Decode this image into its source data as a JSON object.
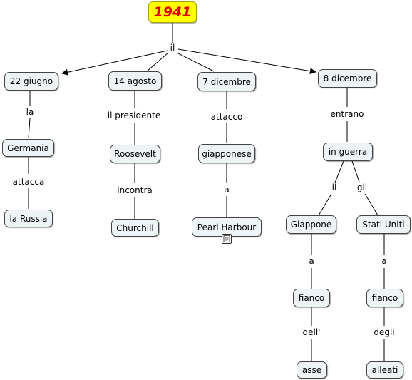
{
  "concept_map": {
    "root": "1941",
    "linking_phrases": {
      "il": "il",
      "la": "la",
      "attacca": "attacca",
      "il_presidente": "il presidente",
      "incontra": "incontra",
      "attacco": "attacco",
      "a_pearl": "a",
      "entrano": "entrano",
      "il_giappone": "il",
      "gli": "gli",
      "a_giappone": "a",
      "dell": "dell'",
      "a_stati": "a",
      "degli": "degli"
    },
    "nodes": {
      "giugno": "22 giugno",
      "germania": "Germania",
      "russia": "la Russia",
      "agosto": "14 agosto",
      "roosevelt": "Roosevelt",
      "churchill": "Churchill",
      "dicembre7": "7 dicembre",
      "giapponese": "giapponese",
      "pearl": "Pearl Harbour",
      "dicembre8": "8 dicembre",
      "guerra": "in guerra",
      "giappone": "Giappone",
      "stati": "Stati Uniti",
      "fianco1": "fianco",
      "fianco2": "fianco",
      "asse": "asse",
      "alleati": "alleati"
    },
    "resource_icon": "document-icon"
  }
}
